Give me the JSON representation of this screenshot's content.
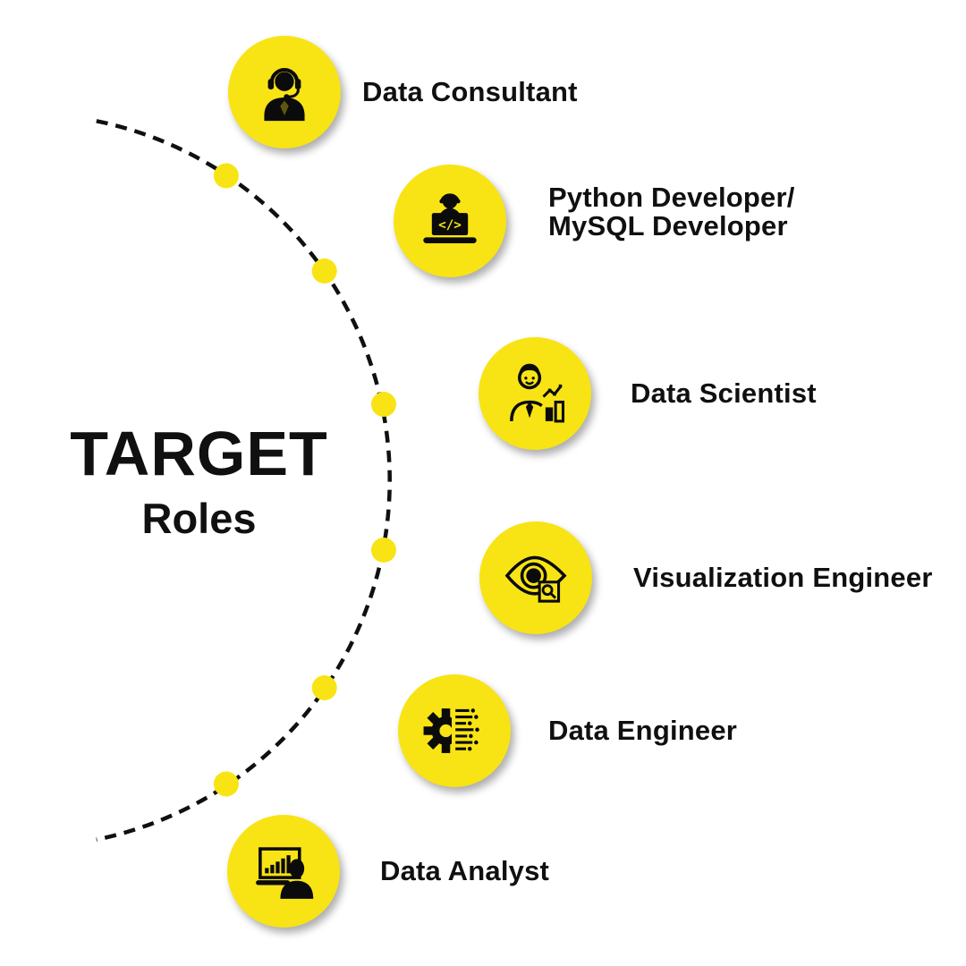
{
  "title": {
    "main": "TARGET",
    "sub": "Roles"
  },
  "colors": {
    "accent": "#F8E414",
    "ink": "#101010",
    "background": "#FFFFFF"
  },
  "icons": {
    "code_glyph": "</>"
  },
  "roles": [
    {
      "id": "data-consultant",
      "icon": "consultant-icon",
      "lines": [
        "Data Consultant"
      ]
    },
    {
      "id": "python-mysql-developer",
      "icon": "developer-icon",
      "lines": [
        "Python Developer/",
        "MySQL Developer"
      ]
    },
    {
      "id": "data-scientist",
      "icon": "scientist-icon",
      "lines": [
        "Data Scientist"
      ]
    },
    {
      "id": "visualization-engineer",
      "icon": "visualization-icon",
      "lines": [
        "Visualization Engineer"
      ]
    },
    {
      "id": "data-engineer",
      "icon": "engineer-icon",
      "lines": [
        "Data Engineer"
      ]
    },
    {
      "id": "data-analyst",
      "icon": "analyst-icon",
      "lines": [
        "Data Analyst"
      ]
    }
  ]
}
